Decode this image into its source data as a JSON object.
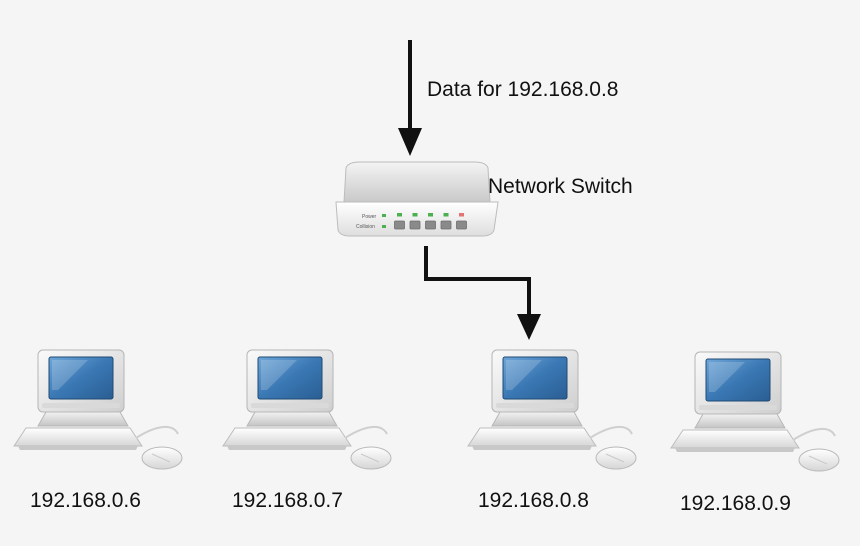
{
  "incoming_label": "Data for 192.168.0.8",
  "switch": {
    "label": "Network Switch",
    "power_label": "Power",
    "collision_label": "Collision",
    "led_colors": [
      "#4caf50",
      "#4caf50",
      "#4caf50",
      "#4caf50",
      "#e57373"
    ]
  },
  "computers": [
    {
      "ip": "192.168.0.6"
    },
    {
      "ip": "192.168.0.7"
    },
    {
      "ip": "192.168.0.8"
    },
    {
      "ip": "192.168.0.9"
    }
  ],
  "colors": {
    "arrow": "#111111",
    "screen": "#3a78b4",
    "background": "#f5f5f5"
  }
}
